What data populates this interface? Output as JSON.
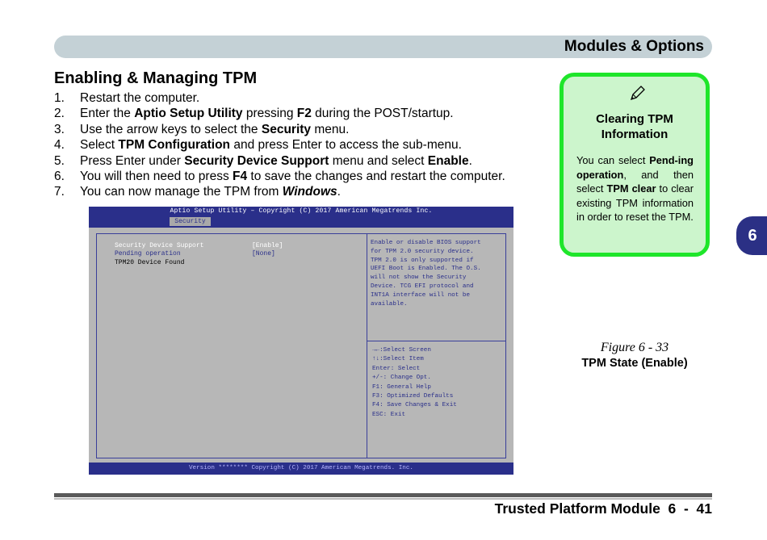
{
  "header": {
    "title": "Modules & Options"
  },
  "section": {
    "title": "Enabling & Managing TPM"
  },
  "steps": [
    {
      "num": "1.",
      "segments": [
        {
          "text": "Restart the computer.",
          "style": "normal"
        }
      ]
    },
    {
      "num": "2.",
      "segments": [
        {
          "text": "Enter the ",
          "style": "normal"
        },
        {
          "text": "Aptio Setup Utility",
          "style": "bold"
        },
        {
          "text": " pressing ",
          "style": "normal"
        },
        {
          "text": "F2",
          "style": "bold"
        },
        {
          "text": " during the POST/startup.",
          "style": "normal"
        }
      ]
    },
    {
      "num": "3.",
      "segments": [
        {
          "text": "Use the arrow keys to select the ",
          "style": "normal"
        },
        {
          "text": "Security",
          "style": "bold"
        },
        {
          "text": " menu.",
          "style": "normal"
        }
      ]
    },
    {
      "num": "4.",
      "segments": [
        {
          "text": "Select ",
          "style": "normal"
        },
        {
          "text": "TPM Configuration",
          "style": "bold"
        },
        {
          "text": " and press Enter to access the sub-menu.",
          "style": "normal"
        }
      ]
    },
    {
      "num": "5.",
      "segments": [
        {
          "text": "Press Enter under ",
          "style": "normal"
        },
        {
          "text": "Security Device Support",
          "style": "bold"
        },
        {
          "text": " menu and select ",
          "style": "normal"
        },
        {
          "text": "Enable",
          "style": "bold"
        },
        {
          "text": ".",
          "style": "normal"
        }
      ]
    },
    {
      "num": "6.",
      "segments": [
        {
          "text": "You will then need to press ",
          "style": "normal"
        },
        {
          "text": "F4",
          "style": "bold"
        },
        {
          "text": " to save the changes and restart the computer.",
          "style": "normal"
        }
      ]
    },
    {
      "num": "7.",
      "segments": [
        {
          "text": "You can now manage the TPM from ",
          "style": "normal"
        },
        {
          "text": "Windows",
          "style": "bolditalic"
        },
        {
          "text": ".",
          "style": "normal"
        }
      ]
    }
  ],
  "bios": {
    "title": "Aptio Setup Utility – Copyright (C) 2017 American Megatrends Inc.",
    "tab": "Security",
    "rows": [
      {
        "label": "Security Device Support",
        "value": "[Enable]"
      },
      {
        "label": "Pending operation",
        "value": "[None]"
      },
      {
        "label": "TPM20 Device Found",
        "value": ""
      }
    ],
    "help_lines": [
      "Enable or disable BIOS support",
      "for TPM 2.0 security device.",
      "TPM 2.0 is only supported if",
      "UEFI Boot is Enabled. The O.S.",
      "will not show the Security",
      "Device. TCG EFI protocol and",
      "INT1A interface will not be",
      "available."
    ],
    "key_lines": [
      "→←:Select Screen",
      "↑↓:Select Item",
      "Enter: Select",
      "+/-: Change Opt.",
      "F1: General Help",
      "F3: Optimized Defaults",
      "F4: Save Changes & Exit",
      "ESC: Exit"
    ],
    "footer": "Version ******** Copyright (C) 2017 American Megatrends. Inc."
  },
  "sidebox": {
    "icon": "pencil-icon",
    "title_line1": "Clearing TPM",
    "title_line2": "Information",
    "text_segments": [
      {
        "text": "You can select ",
        "style": "normal"
      },
      {
        "text": "Pend-ing operation",
        "style": "bold"
      },
      {
        "text": ", and then select ",
        "style": "normal"
      },
      {
        "text": "TPM clear",
        "style": "bold"
      },
      {
        "text": " to clear existing TPM information in order to reset the TPM.",
        "style": "normal"
      }
    ]
  },
  "figure": {
    "caption": "Figure 6 - 33",
    "title": "TPM State (Enable)"
  },
  "chapter_tab": "6",
  "footer": {
    "text": "Trusted Platform Module  6  -  41"
  },
  "colors": {
    "header_bar": "#c4d1d6",
    "bios_blue": "#2a2f8a",
    "box_border": "#1ee62a",
    "box_fill": "#ccf5cc",
    "tab": "#2b3085"
  }
}
